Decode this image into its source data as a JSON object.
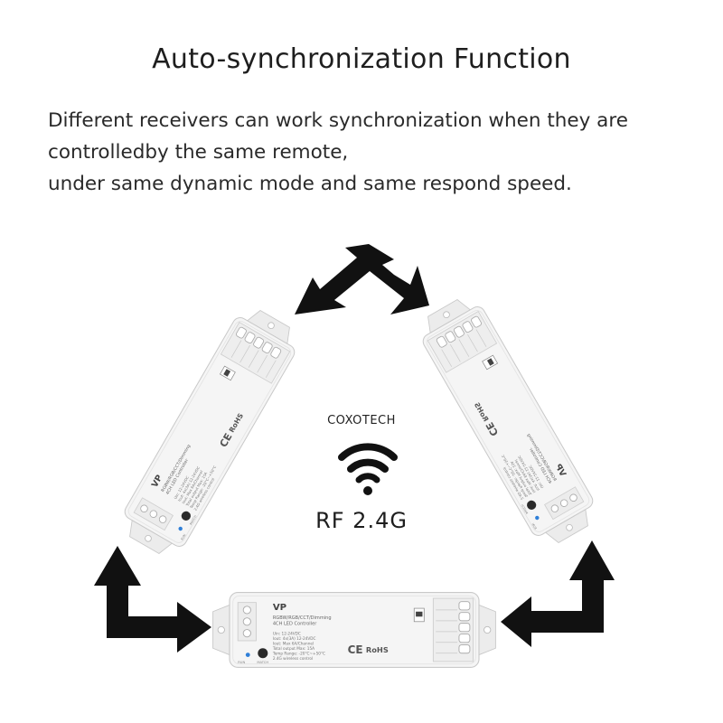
{
  "title": "Auto-synchronization Function",
  "description": [
    "Different receivers can work synchronization when they are",
    "controlledby the same remote,",
    "under same dynamic mode and same respond speed."
  ],
  "brand": "COXOTECH",
  "rf_label": "RF 2.4G",
  "controller": {
    "model": "VP",
    "subtitle": "RGBW/RGB/CCT/Dimming",
    "subtitle2": "4CH LED Controller",
    "specs": [
      "Uin: 12-24VDC",
      "Iout: 4x(3A) 12-24VDC",
      "Iout: Max 6A/Channel",
      "Total output Max: 15A",
      "Temp Range: -20°C~+50°C",
      "2.4G wireless control"
    ],
    "ce": "CE",
    "rohs": "RoHS",
    "run": "RUN",
    "match": "MATCH"
  },
  "colors": {
    "arrow": "#111111",
    "device_body": "#f4f4f4",
    "device_edge": "#cfcfcf",
    "led": "#2f7fd8"
  },
  "icons": [
    "wifi-icon",
    "bidirectional-arrow-icon"
  ]
}
